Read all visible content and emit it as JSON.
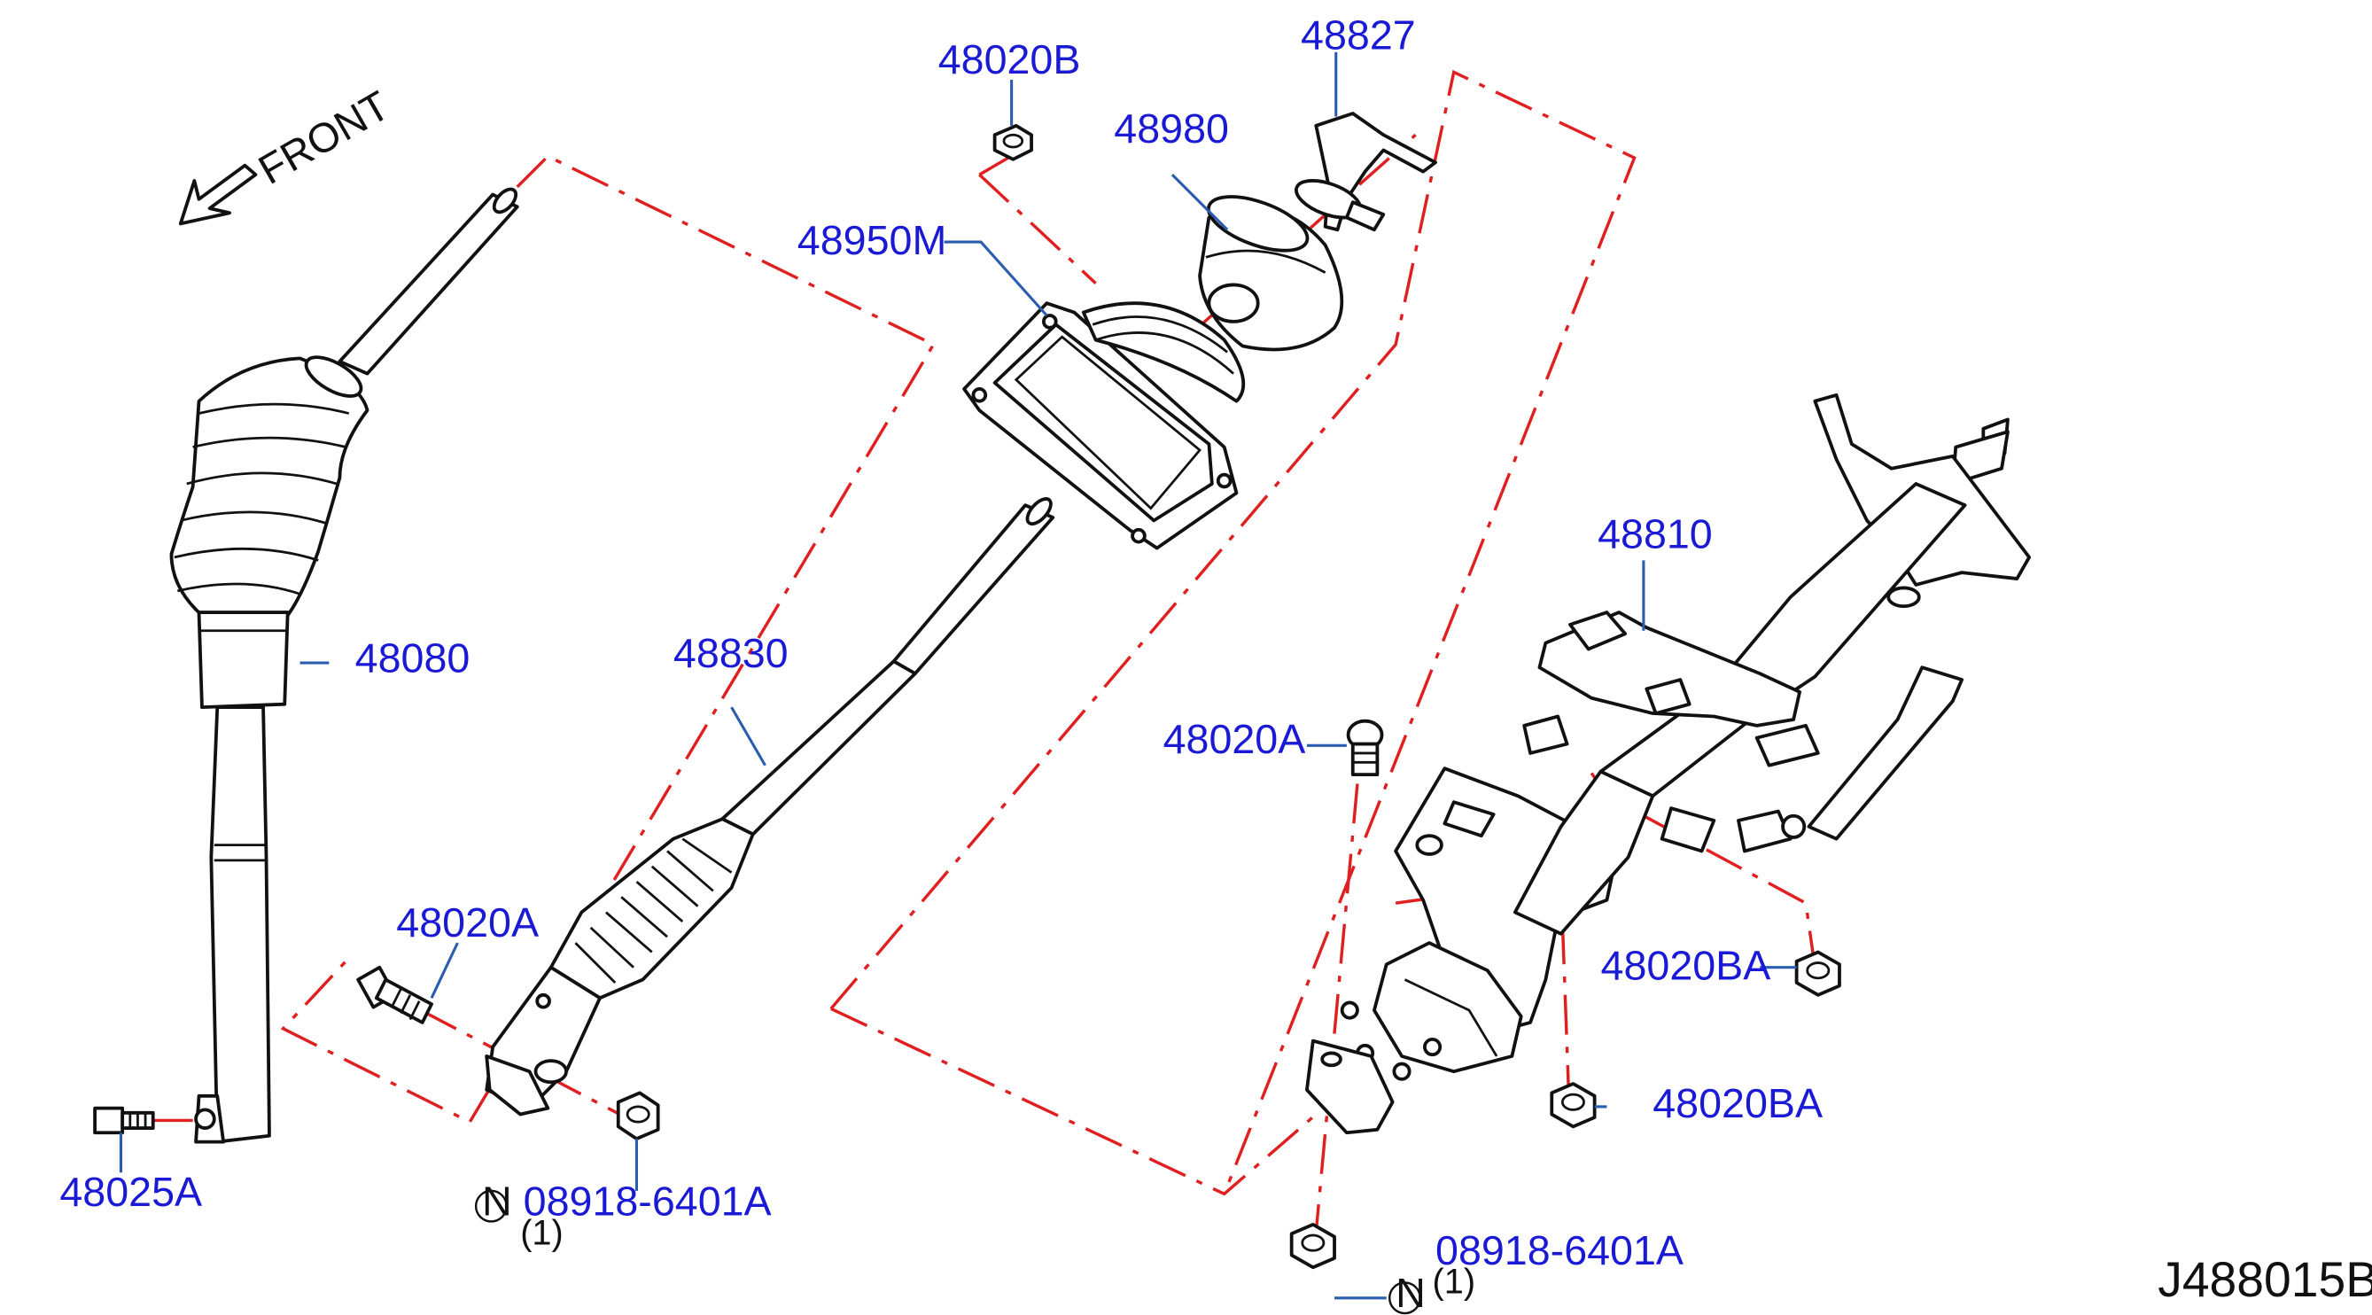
{
  "diagram": {
    "direction_label": "FRONT",
    "drawing_code": "J488015B",
    "callouts": {
      "p48020B": "48020B",
      "p48827": "48827",
      "p48980": "48980",
      "p48950M": "48950M",
      "p48080": "48080",
      "p48830": "48830",
      "p48810": "48810",
      "p48020A_top": "48020A",
      "p48020A_left": "48020A",
      "p48020BA_right": "48020BA",
      "p48020BA_low": "48020BA",
      "p48025A": "48025A",
      "p08918_left": "08918-6401A",
      "p08918_right": "08918-6401A"
    },
    "nut_marker": "N",
    "qty_left": "(1)",
    "qty_right": "(1)"
  },
  "colors": {
    "callout_text": "#1a1ad6",
    "leader_line": "#2a5db0",
    "assembly_dashed_line": "#e02020",
    "part_outline": "#111111"
  }
}
